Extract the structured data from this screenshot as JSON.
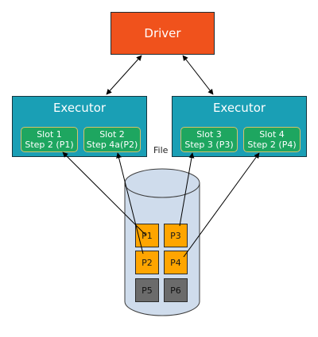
{
  "colors": {
    "driver_fill": "#f0521c",
    "executor_fill": "#1a9fb5",
    "slot_fill": "#1ea660",
    "partition_active": "#ffa500",
    "partition_idle": "#6b6b6b",
    "cylinder_fill": "#cfdcec"
  },
  "driver": {
    "label": "Driver"
  },
  "executors": [
    {
      "title": "Executor",
      "slots": [
        {
          "line1": "Slot 1",
          "line2": "Step 2 (P1)"
        },
        {
          "line1": "Slot 2",
          "line2": "Step 4a(P2)"
        }
      ]
    },
    {
      "title": "Executor",
      "slots": [
        {
          "line1": "Slot 3",
          "line2": "Step 3 (P3)"
        },
        {
          "line1": "Slot 4",
          "line2": "Step 2 (P4)"
        }
      ]
    }
  ],
  "file": {
    "label": "File",
    "partitions": [
      {
        "label": "P1",
        "state": "active"
      },
      {
        "label": "P3",
        "state": "active"
      },
      {
        "label": "P2",
        "state": "active"
      },
      {
        "label": "P4",
        "state": "active"
      },
      {
        "label": "P5",
        "state": "idle"
      },
      {
        "label": "P6",
        "state": "idle"
      }
    ]
  }
}
